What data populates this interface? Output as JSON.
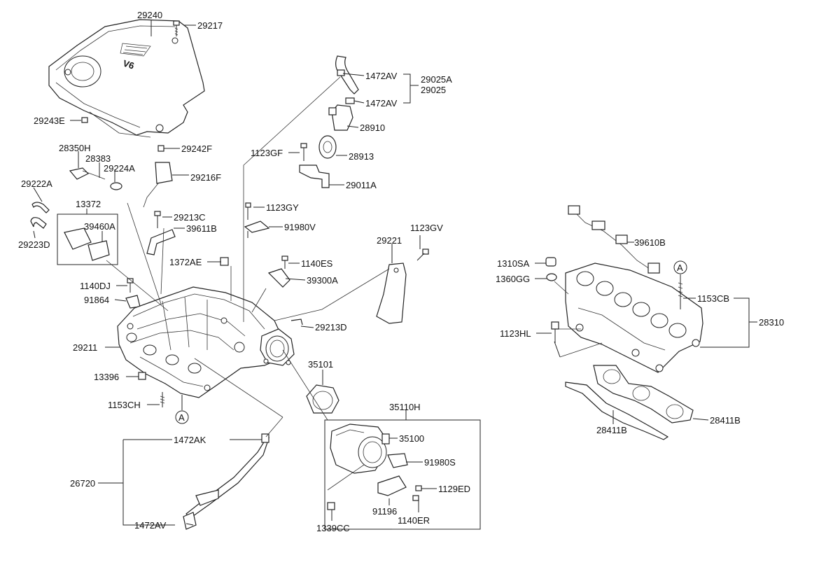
{
  "labels": {
    "p29240": "29240",
    "p29217": "29217",
    "p1472AV_a": "1472AV",
    "p29025A": "29025A",
    "p29025": "29025",
    "p1472AV_b": "1472AV",
    "p28910": "28910",
    "p29243E": "29243E",
    "p29242F": "29242F",
    "p1123GF": "1123GF",
    "p28913": "28913",
    "p28350H": "28350H",
    "p28383": "28383",
    "p29224A": "29224A",
    "p29216F": "29216F",
    "p29011A": "29011A",
    "p29222A": "29222A",
    "p13372": "13372",
    "p1123GY": "1123GY",
    "p39460A": "39460A",
    "p29213C": "29213C",
    "p39611B": "39611B",
    "p91980V": "91980V",
    "p1123GV": "1123GV",
    "p29223D": "29223D",
    "p29221": "29221",
    "p39610B": "39610B",
    "p1372AE": "1372AE",
    "p1140ES": "1140ES",
    "p1310SA": "1310SA",
    "p1360GG": "1360GG",
    "p1140DJ": "1140DJ",
    "p39300A": "39300A",
    "p1153CB": "1153CB",
    "p91864": "91864",
    "p28310": "28310",
    "p29213D": "29213D",
    "p1123HL": "1123HL",
    "p29211": "29211",
    "p35101": "35101",
    "p13396": "13396",
    "p1153CH": "1153CH",
    "p35110H": "35110H",
    "p28411B_a": "28411B",
    "p28411B_b": "28411B",
    "p1472AK": "1472AK",
    "p35100": "35100",
    "p91980S": "91980S",
    "p26720": "26720",
    "p1129ED": "1129ED",
    "p91196": "91196",
    "p1140ER": "1140ER",
    "p1472AV_c": "1472AV",
    "p1339CC": "1339CC",
    "refA_1": "A",
    "refA_2": "A",
    "cover_emblem": "V6"
  }
}
